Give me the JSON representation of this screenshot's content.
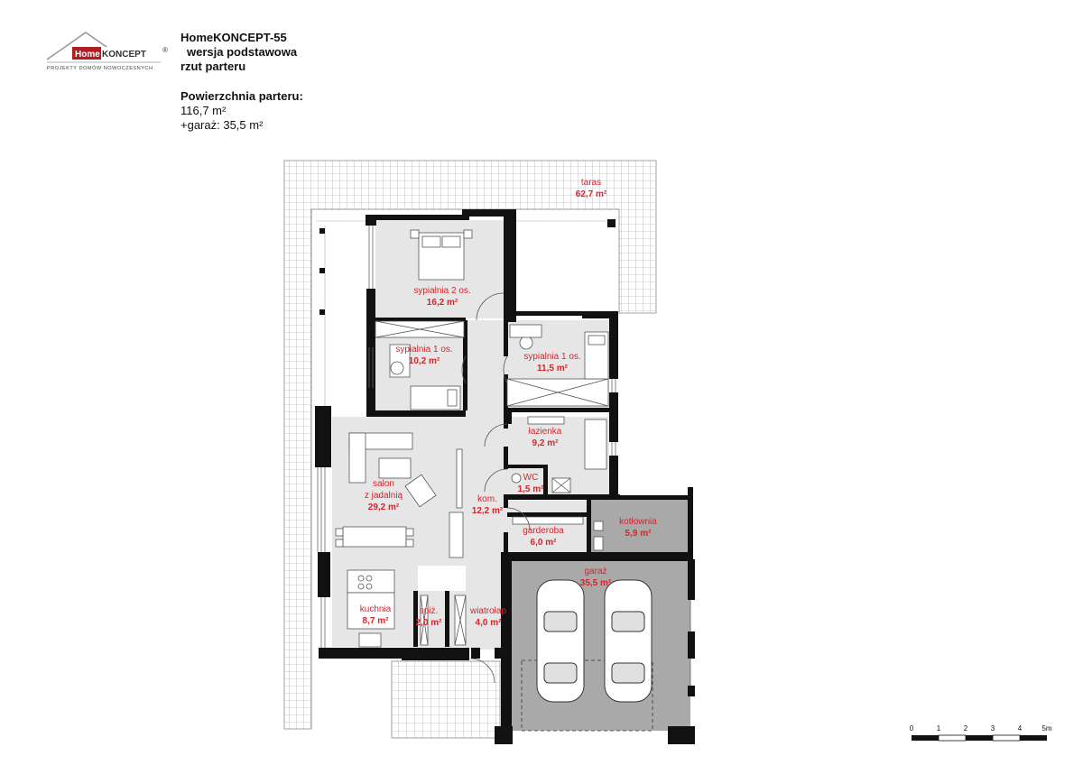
{
  "brand": {
    "logo_name": "HomeKONCEPT",
    "logo_registered": "®",
    "logo_tagline": "PROJEKTY DOMÓW NOWOCZESNYCH"
  },
  "header": {
    "project_name": "HomeKONCEPT-55",
    "variant": "wersja podstawowa",
    "plan_type": "rzut parteru",
    "area_label": "Powierzchnia parteru:",
    "area_value": "116,7 m²",
    "garage_area": "+garaż: 35,5 m²"
  },
  "rooms": [
    {
      "id": "taras",
      "name": "taras",
      "area": "62,7 m²"
    },
    {
      "id": "bed2",
      "name": "sypialnia 2 os.",
      "area": "16,2 m²"
    },
    {
      "id": "bed1a",
      "name": "sypialnia 1 os.",
      "area": "10,2 m²"
    },
    {
      "id": "bed1b",
      "name": "sypialnia 1 os.",
      "area": "11,5 m²"
    },
    {
      "id": "bath",
      "name": "łazienka",
      "area": "9,2 m²"
    },
    {
      "id": "wc",
      "name": "WC",
      "area": "1,5 m²"
    },
    {
      "id": "salon_1",
      "name": "salon",
      "area": ""
    },
    {
      "id": "salon_2",
      "name": "z jadalnią",
      "area": "29,2 m²"
    },
    {
      "id": "kom",
      "name": "kom.",
      "area": "12,2 m²"
    },
    {
      "id": "garderoba",
      "name": "garderoba",
      "area": "6,0 m²"
    },
    {
      "id": "kotlownia",
      "name": "kotłownia",
      "area": "5,9 m²"
    },
    {
      "id": "garaz",
      "name": "garaż",
      "area": "35,5 m²"
    },
    {
      "id": "kuchnia",
      "name": "kuchnia",
      "area": "8,7 m²"
    },
    {
      "id": "spiz",
      "name": "spiż.",
      "area": "2,0 m²"
    },
    {
      "id": "wiatrolap",
      "name": "wiatrołap",
      "area": "4,0 m²"
    }
  ],
  "scale_bar": {
    "labels": [
      "0",
      "1",
      "2",
      "3",
      "4",
      "5m"
    ]
  },
  "colors": {
    "wall": "#111111",
    "room_fill": "#e6e6e6",
    "garage_fill": "#a9a9a9",
    "text_red": "#d8232a",
    "logo_red": "#b01e23"
  }
}
